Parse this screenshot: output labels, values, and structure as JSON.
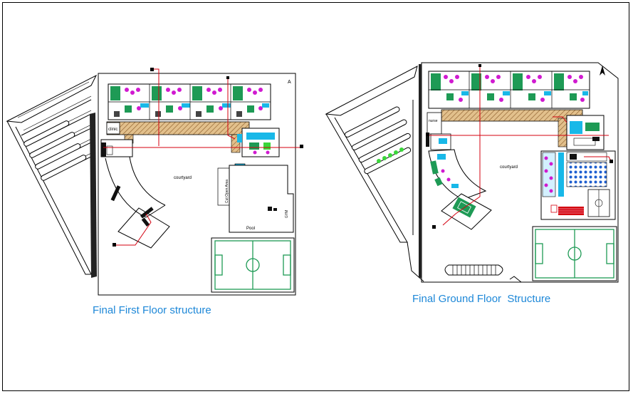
{
  "drawing": {
    "first_floor": {
      "title": "Final First Floor structure",
      "labels": {
        "courtyard": "courtyard",
        "clinic": "clinic",
        "pool": "Pool",
        "open_area": "Cut Open Area",
        "gym": "GYM",
        "north_marker": "A"
      }
    },
    "ground_floor": {
      "title": "Final Ground Floor  Structure",
      "labels": {
        "courtyard": "courtyard",
        "nurse": "nurse"
      }
    },
    "colors": {
      "caption": "#1e88d8",
      "route_line": "#d4000f",
      "room_green": "#1e9a55",
      "furniture_magenta": "#d01ad0",
      "water_cyan": "#18b8e8",
      "corridor_hatch": "#c8a064"
    }
  }
}
